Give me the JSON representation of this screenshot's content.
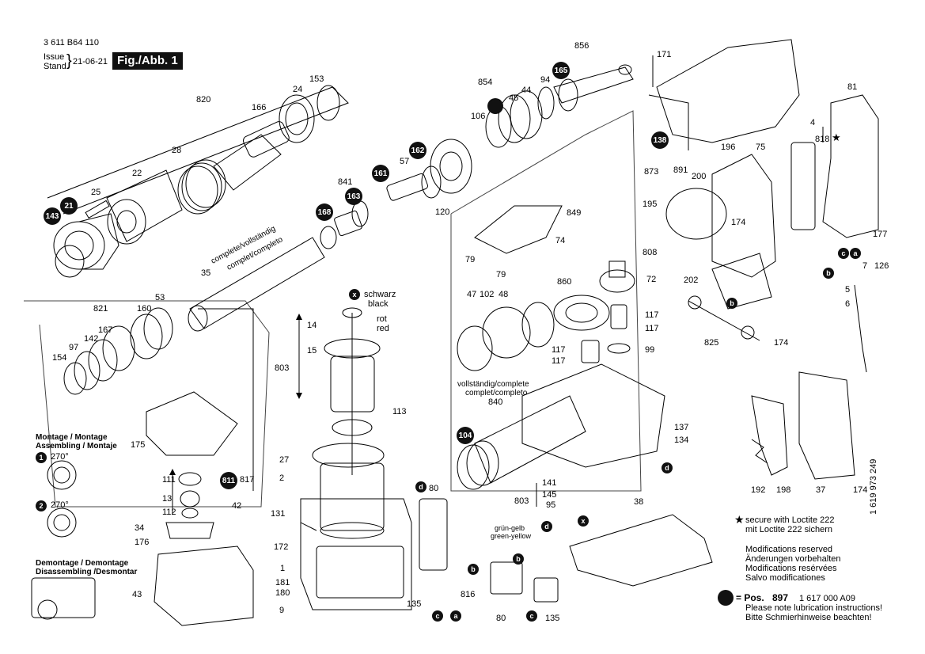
{
  "header": {
    "doc_number": "3 611 B64 110",
    "issue_label": "Issue",
    "stand_label": "Stand",
    "date": "21-06-21",
    "figure": "Fig./Abb. 1"
  },
  "wire_colors": {
    "x_letter": "x",
    "schwarz": "schwarz",
    "black": "black",
    "rot": "rot",
    "red": "red"
  },
  "assembly_notes": {
    "montage": "Montage / Montage",
    "assembling": "Assembling / Montaje",
    "step1": "1",
    "step1_angle": "270°",
    "step2": "2",
    "step2_angle": "270°",
    "demontage": "Demontage / Demontage",
    "disassembling": "Disassembling /Desmontar"
  },
  "complete_labels": {
    "line1": "complete/vollständig",
    "line2": "complet/completo",
    "line3": "vollständig/complete",
    "line4": "complet/completo"
  },
  "gruen_gelb": {
    "line1": "grün-gelb",
    "line2": "green-yellow"
  },
  "footer": {
    "loctite1": "secure with Loctite 222",
    "loctite2": "mit Loctite 222 sichern",
    "mod1": "Modifications reserved",
    "mod2": "Änderungen vorbehalten",
    "mod3": "Modifications resérvées",
    "mod4": "Salvo modificationes",
    "pos_label": "= Pos.",
    "pos_num": "897",
    "pos_code": "1 617 000 A09",
    "lub1": "Please note lubrication instructions!",
    "lub2": "Bitte Schmierhinweise beachten!",
    "vertical_code": "1 619 973 249"
  },
  "callouts": [
    "820",
    "24",
    "153",
    "166",
    "28",
    "22",
    "25",
    "21",
    "143",
    "856",
    "854",
    "44",
    "94",
    "165",
    "45",
    "106",
    "162",
    "57",
    "161",
    "841",
    "163",
    "168",
    "120",
    "35",
    "53",
    "160",
    "821",
    "167",
    "142",
    "97",
    "154",
    "14",
    "15",
    "803",
    "113",
    "27",
    "2",
    "175",
    "111",
    "13",
    "112",
    "811",
    "817",
    "42",
    "34",
    "176",
    "43",
    "131",
    "172",
    "1",
    "181",
    "180",
    "9",
    "849",
    "74",
    "79",
    "79",
    "860",
    "72",
    "47",
    "102",
    "48",
    "117",
    "117",
    "117",
    "117",
    "99",
    "840",
    "104",
    "137",
    "134",
    "141",
    "145",
    "95",
    "803",
    "80",
    "816",
    "135",
    "80",
    "135",
    "38",
    "171",
    "873",
    "138",
    "196",
    "891",
    "200",
    "75",
    "195",
    "174",
    "808",
    "4",
    "818",
    "81",
    "7",
    "126",
    "5",
    "6",
    "202",
    "825",
    "174",
    "177",
    "192",
    "198",
    "37",
    "174"
  ],
  "letters": [
    "d",
    "b",
    "c",
    "a",
    "d",
    "b",
    "c",
    "x",
    "d",
    "b",
    "c",
    "a",
    "b",
    "x"
  ]
}
